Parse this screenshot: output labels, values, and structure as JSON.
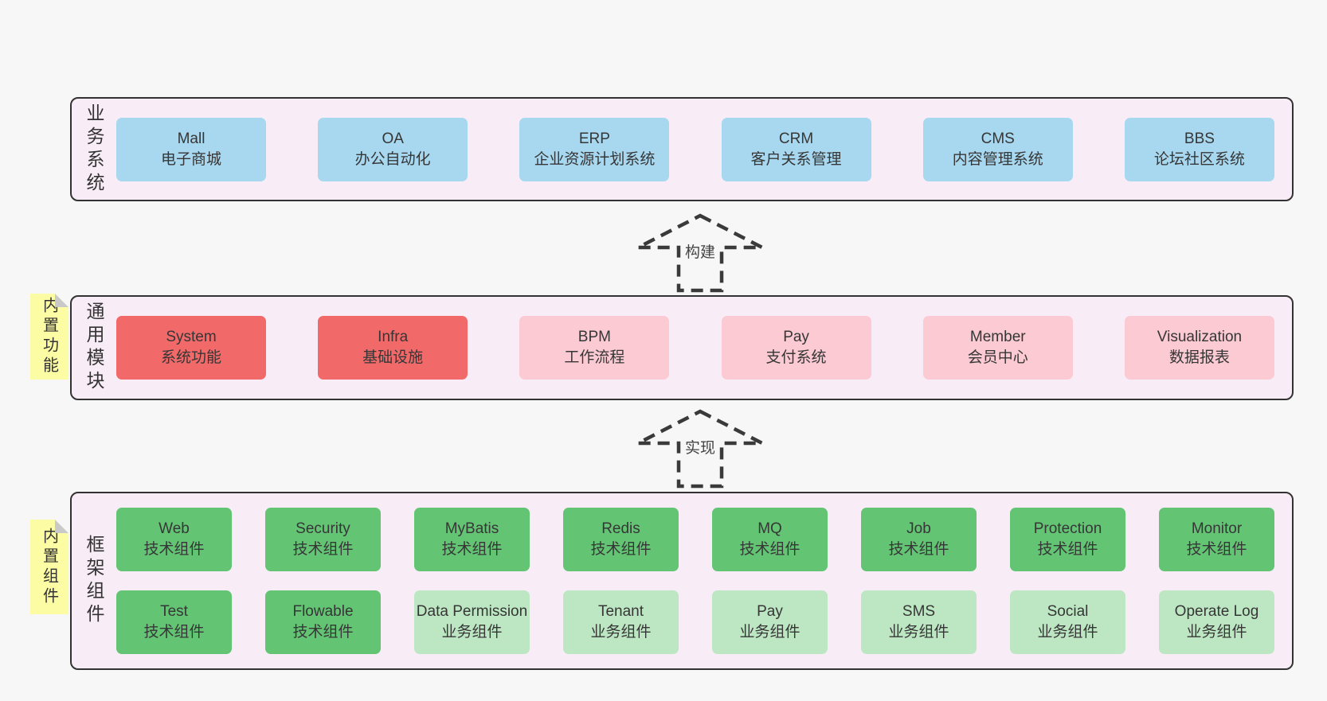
{
  "colors": {
    "blue": "#a8d8f0",
    "red": "#f26969",
    "pink": "#fbcad2",
    "green": "#63c574",
    "light_green": "#bde7c3",
    "panel_fill": "#f8edf6",
    "panel_border": "#333333",
    "sticky_yellow": "#fcfca5",
    "fold_gray": "#c9c9c9",
    "arrow_stroke": "#3a3a3a",
    "page_background": "#f7f7f7"
  },
  "arrows": [
    {
      "label": "构建"
    },
    {
      "label": "实现"
    }
  ],
  "sections": [
    {
      "label": "业务系统",
      "sticky": null,
      "rows": [
        [
          {
            "en": "Mall",
            "zh": "电子商城",
            "color": "blue"
          },
          {
            "en": "OA",
            "zh": "办公自动化",
            "color": "blue"
          },
          {
            "en": "ERP",
            "zh": "企业资源计划系统",
            "color": "blue"
          },
          {
            "en": "CRM",
            "zh": "客户关系管理",
            "color": "blue"
          },
          {
            "en": "CMS",
            "zh": "内容管理系统",
            "color": "blue"
          },
          {
            "en": "BBS",
            "zh": "论坛社区系统",
            "color": "blue"
          }
        ]
      ]
    },
    {
      "label": "通用模块",
      "sticky": "内置功能",
      "rows": [
        [
          {
            "en": "System",
            "zh": "系统功能",
            "color": "red"
          },
          {
            "en": "Infra",
            "zh": "基础设施",
            "color": "red"
          },
          {
            "en": "BPM",
            "zh": "工作流程",
            "color": "pink"
          },
          {
            "en": "Pay",
            "zh": "支付系统",
            "color": "pink"
          },
          {
            "en": "Member",
            "zh": "会员中心",
            "color": "pink"
          },
          {
            "en": "Visualization",
            "zh": "数据报表",
            "color": "pink"
          }
        ]
      ]
    },
    {
      "label": "框架组件",
      "sticky": "内置组件",
      "rows": [
        [
          {
            "en": "Web",
            "zh": "技术组件",
            "color": "green"
          },
          {
            "en": "Security",
            "zh": "技术组件",
            "color": "green"
          },
          {
            "en": "MyBatis",
            "zh": "技术组件",
            "color": "green"
          },
          {
            "en": "Redis",
            "zh": "技术组件",
            "color": "green"
          },
          {
            "en": "MQ",
            "zh": "技术组件",
            "color": "green"
          },
          {
            "en": "Job",
            "zh": "技术组件",
            "color": "green"
          },
          {
            "en": "Protection",
            "zh": "技术组件",
            "color": "green"
          },
          {
            "en": "Monitor",
            "zh": "技术组件",
            "color": "green"
          }
        ],
        [
          {
            "en": "Test",
            "zh": "技术组件",
            "color": "green"
          },
          {
            "en": "Flowable",
            "zh": "技术组件",
            "color": "green"
          },
          {
            "en": "Data Permission",
            "zh": "业务组件",
            "color": "light_green"
          },
          {
            "en": "Tenant",
            "zh": "业务组件",
            "color": "light_green"
          },
          {
            "en": "Pay",
            "zh": "业务组件",
            "color": "light_green"
          },
          {
            "en": "SMS",
            "zh": "业务组件",
            "color": "light_green"
          },
          {
            "en": "Social",
            "zh": "业务组件",
            "color": "light_green"
          },
          {
            "en": "Operate Log",
            "zh": "业务组件",
            "color": "light_green"
          }
        ]
      ]
    }
  ]
}
